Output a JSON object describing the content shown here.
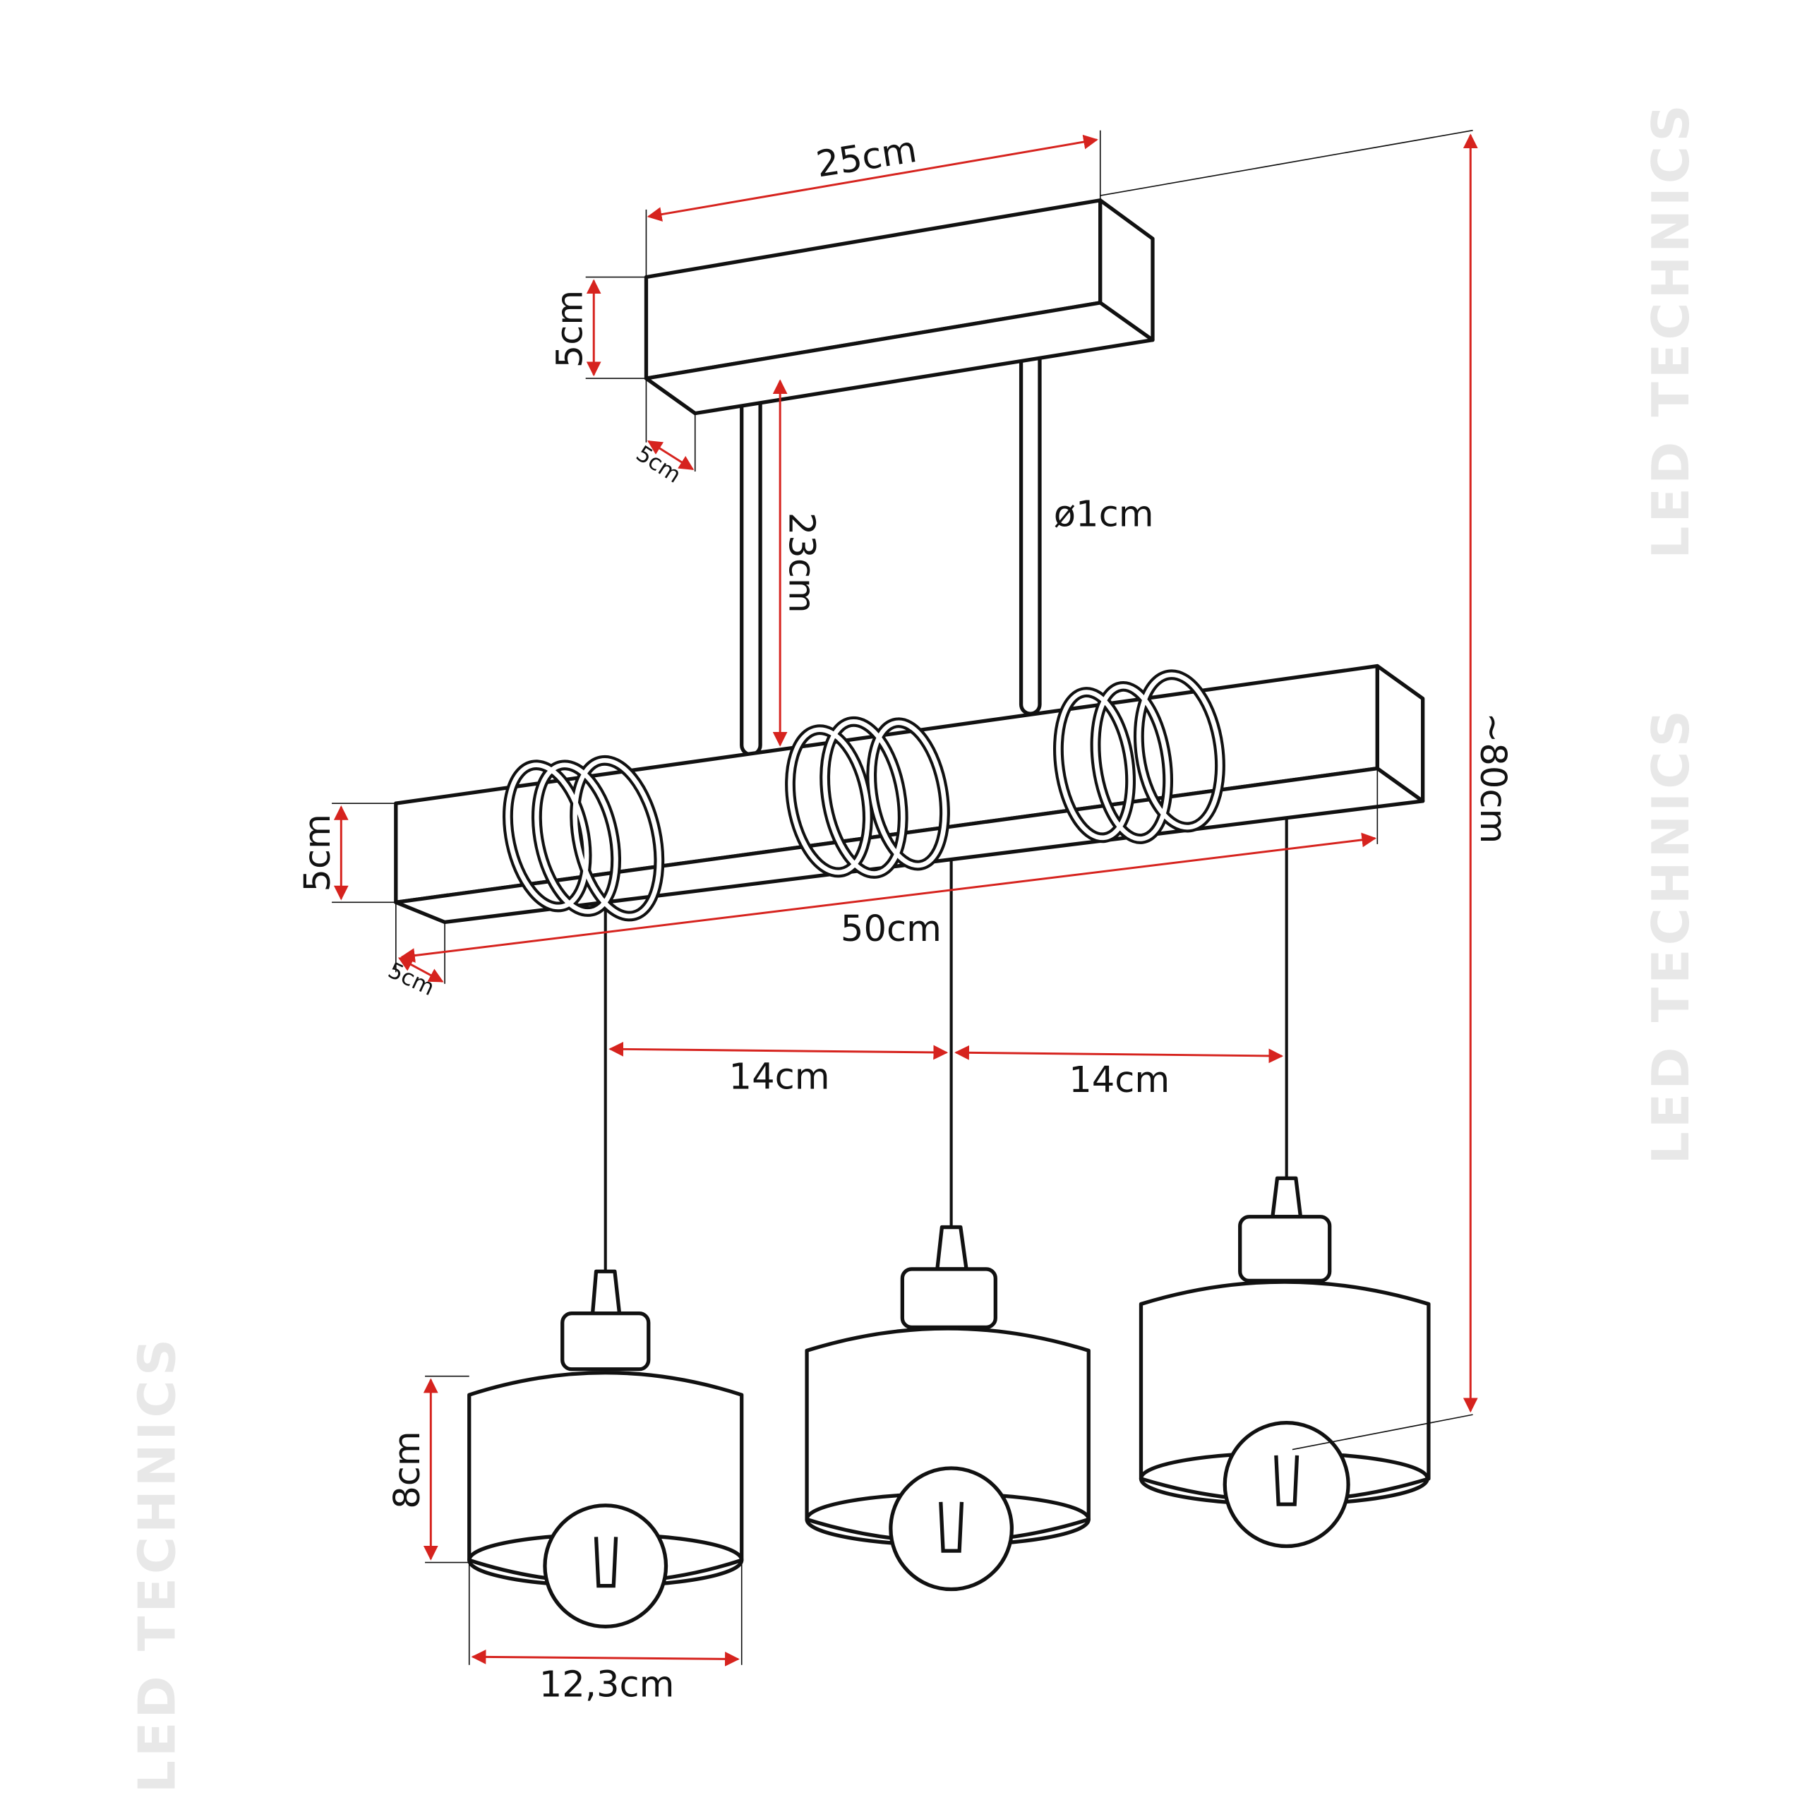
{
  "watermark": "LED TECHNICS",
  "dimensions": {
    "canopy_length": "25cm",
    "canopy_height": "5cm",
    "canopy_depth": "5cm",
    "rod_length": "23cm",
    "rod_diameter": "ø1cm",
    "beam_height": "5cm",
    "beam_depth": "5cm",
    "beam_length": "50cm",
    "spacing_left": "14cm",
    "spacing_right": "14cm",
    "total_height": "~80cm",
    "shade_height": "8cm",
    "shade_diameter": "12,3cm"
  },
  "colors": {
    "dimension": "#d6231e",
    "outline": "#111111"
  }
}
